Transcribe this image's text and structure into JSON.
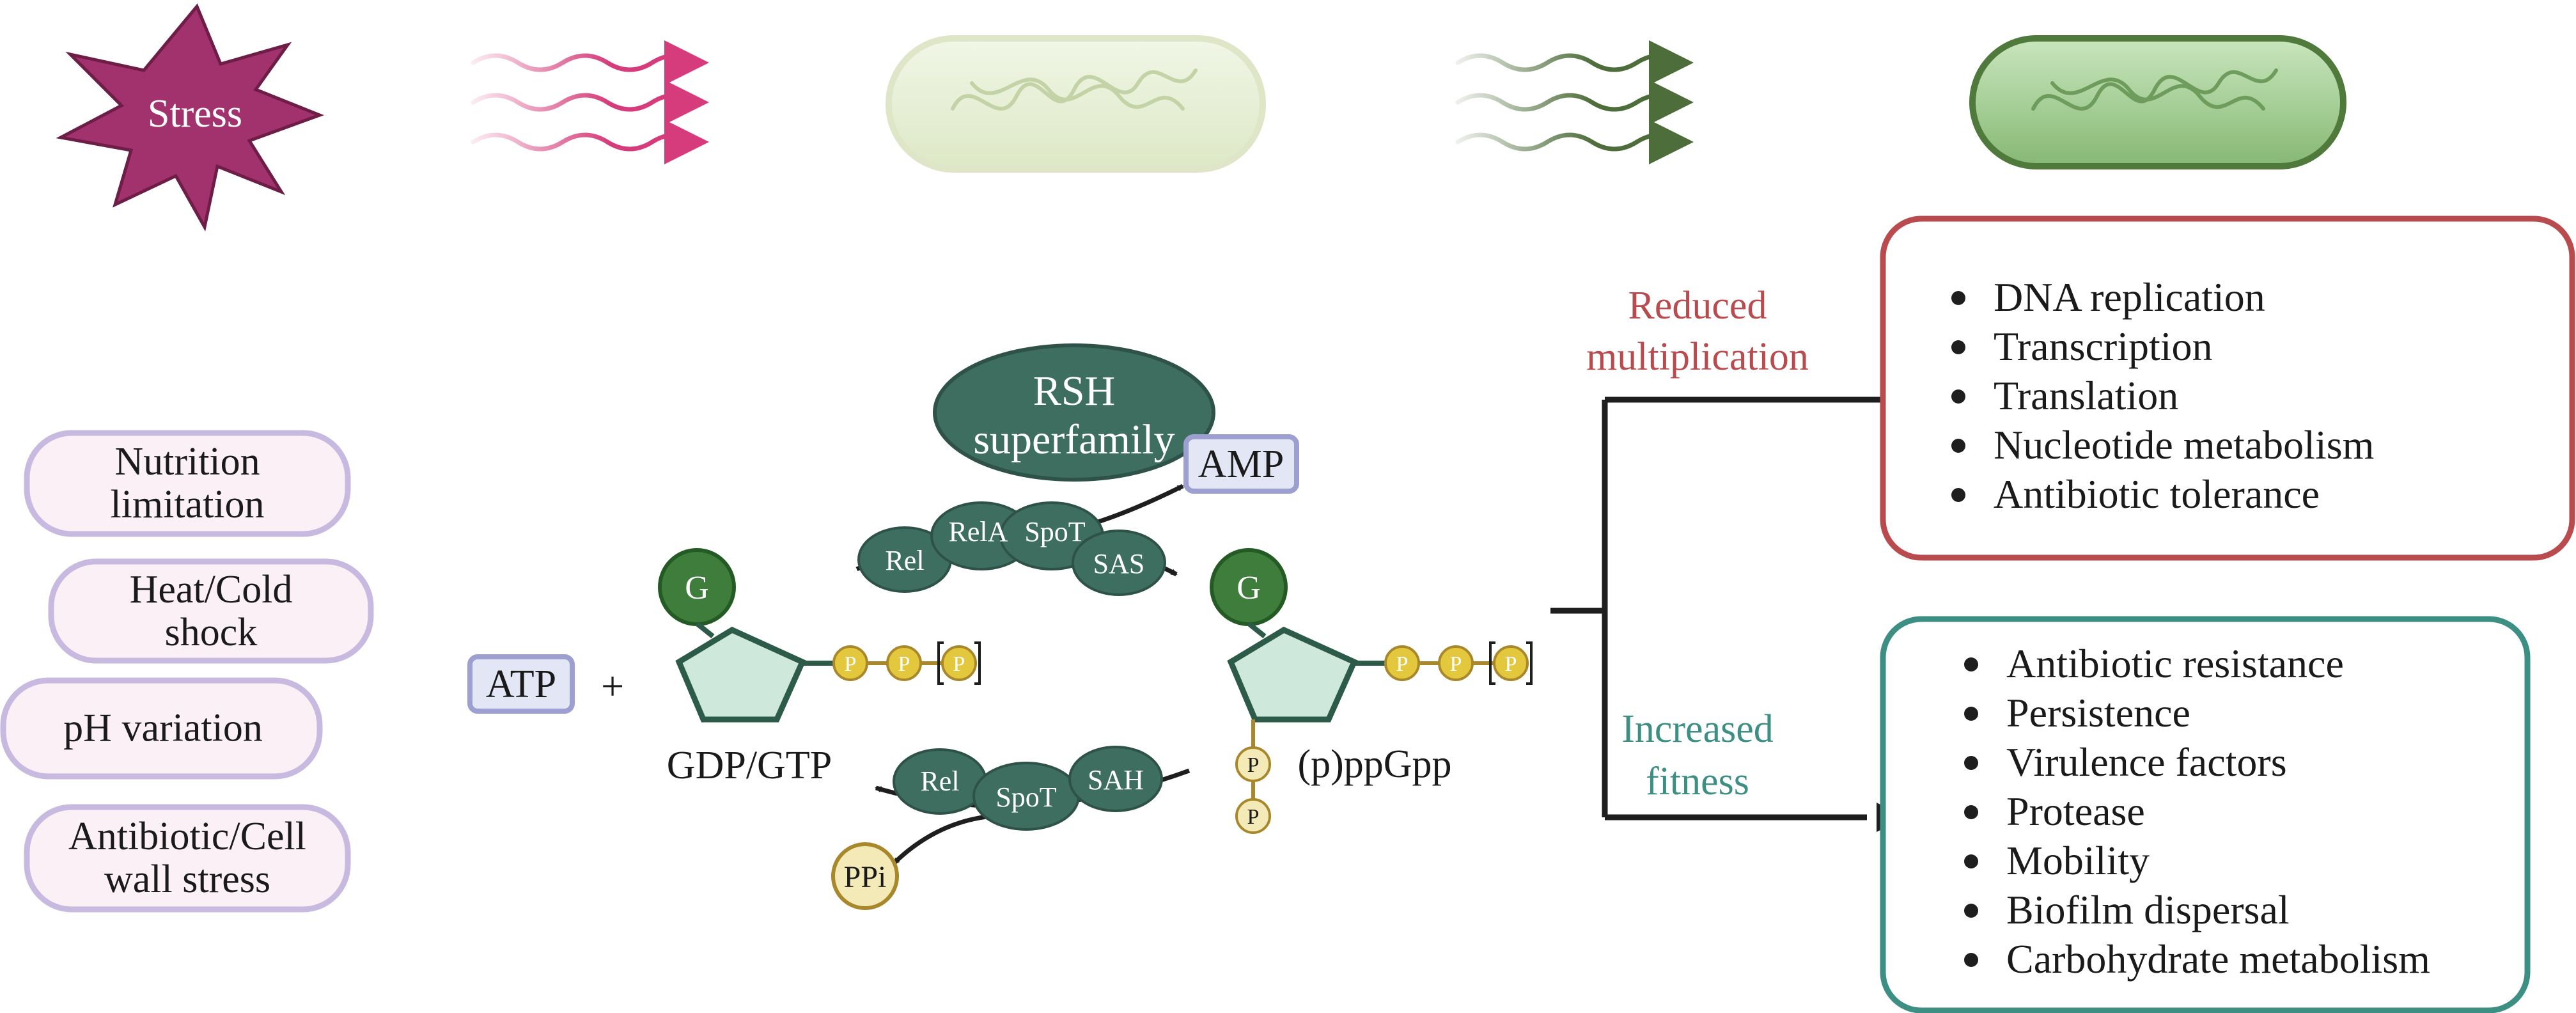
{
  "stress_label": "Stress",
  "stressors": [
    "Nutrition limitation",
    "Heat/Cold shock",
    "pH variation",
    "Antibiotic/Cell wall stress"
  ],
  "molecules": {
    "atp": "ATP",
    "plus": "+",
    "g": "G",
    "p": "P",
    "gdp_gtp": "GDP/GTP",
    "ppgpp": "(p)ppGpp",
    "amp": "AMP",
    "ppi": "PPi"
  },
  "rsh": {
    "title_line1": "RSH",
    "title_line2": "superfamily",
    "synthetases": [
      "Rel",
      "RelA",
      "SpoT",
      "SAS"
    ],
    "hydrolases": [
      "Rel",
      "SpoT",
      "SAH"
    ]
  },
  "outcomes": {
    "reduced": {
      "label_line1": "Reduced",
      "label_line2": "multiplication",
      "items": [
        "DNA replication",
        "Transcription",
        "Translation",
        "Nucleotide metabolism",
        "Antibiotic tolerance"
      ],
      "color": "#b94a4e"
    },
    "increased": {
      "label_line1": "Increased",
      "label_line2": "fitness",
      "items": [
        "Antibiotic resistance",
        "Persistence",
        "Virulence factors",
        "Protease",
        "Mobility",
        "Biofilm dispersal",
        "Carbohydrate metabolism"
      ],
      "color": "#3e8f83"
    }
  },
  "colors": {
    "stress_star": "#a2326e",
    "pink_arrows": "#d63c7b",
    "green_arrows": "#4d6d3a",
    "enzyme": "#3e6e60",
    "guanine": "#3f7d3c",
    "pentagon": "#cfe8dc",
    "phosphate": "#e3c73d",
    "stressor_box_border": "#c8b9e0",
    "stressor_box_fill": "#faf0f6",
    "atp_box_fill": "#e3e7f5",
    "atp_box_border": "#9c9fcf"
  }
}
